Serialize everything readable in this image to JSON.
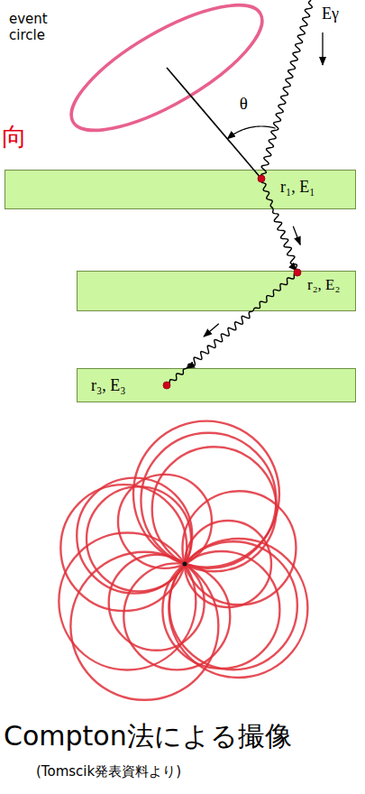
{
  "diagram": {
    "caption": "Compton法による撮像",
    "nodes": [
      {
        "text": [
          "event circle"
        ]
      },
      {
        "text": [
          "r₁, E₁"
        ]
      },
      {
        "text": [
          "r₂, E₂"
        ]
      },
      {
        "text": [
          "r₃, E₃"
        ]
      }
    ],
    "edges": [
      {
        "from": 0,
        "to": 1,
        "arrow": "none"
      },
      {
        "from": 1,
        "to": 2,
        "arrow": "to"
      },
      {
        "from": 2,
        "to": 3,
        "arrow": "to"
      }
    ],
    "labels": [
      "Eγ",
      "θ",
      "向",
      "(Tomscik発表資料より)"
    ]
  }
}
